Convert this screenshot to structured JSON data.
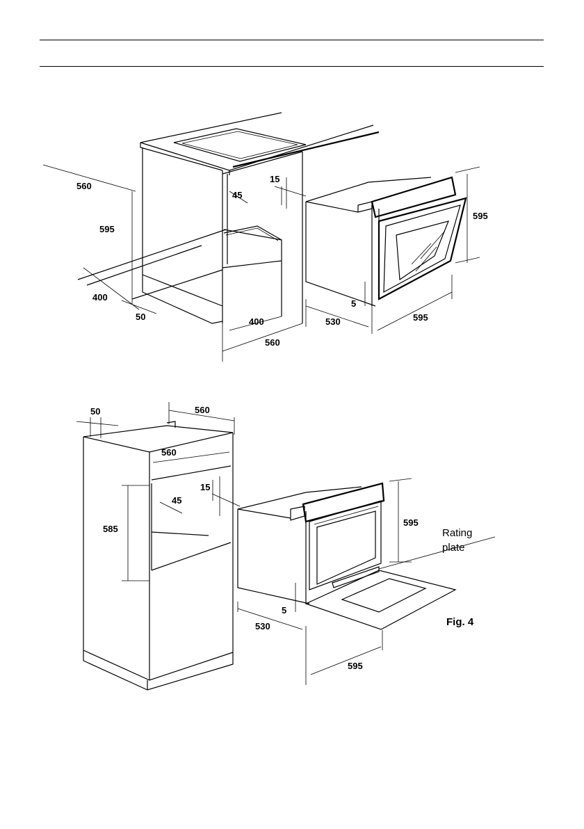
{
  "upper_diagram": {
    "dims": {
      "d560_left": "560",
      "d595_left": "595",
      "d400_left": "400",
      "d50": "50",
      "d400_bottom": "400",
      "d560_bottom": "560",
      "d15": "15",
      "d45": "45",
      "d595_right": "595",
      "d5": "5",
      "d530": "530",
      "d595_bottom": "595"
    }
  },
  "lower_diagram": {
    "dims": {
      "d50": "50",
      "d560_top": "560",
      "d560_inner": "560",
      "d15": "15",
      "d45": "45",
      "d585": "585",
      "d595_right": "595",
      "d5": "5",
      "d530": "530",
      "d595_bottom": "595"
    },
    "rating_plate_line1": "Rating",
    "rating_plate_line2": "plate",
    "figure_label": "Fig. 4"
  }
}
